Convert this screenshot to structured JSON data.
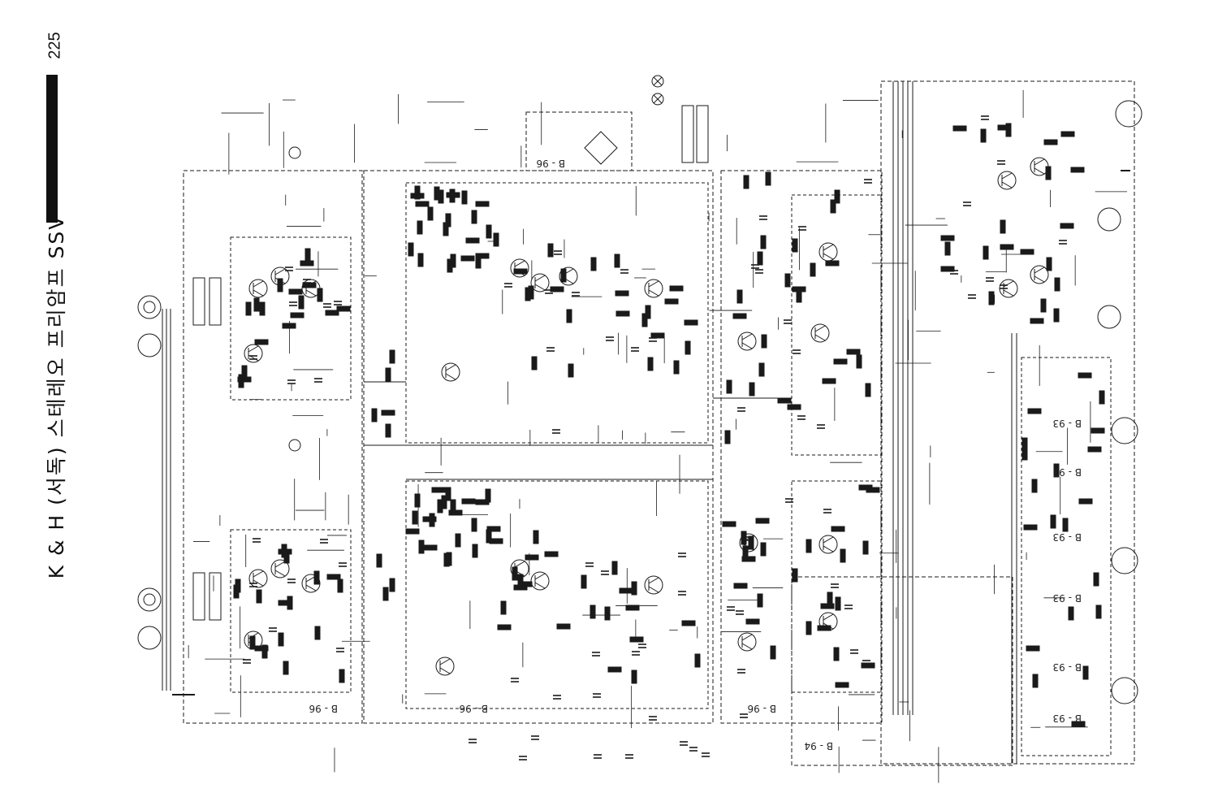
{
  "header": {
    "page_number": "225",
    "title": "K & H (서독) 스테레오 프리암프 SSV"
  },
  "board_labels": {
    "left_bottom": "B - 96",
    "mid_bottom": "B - 96",
    "right_bottom": "B - 96",
    "power_supply": "B - 96",
    "far_right_bottom": "B - 94",
    "input_boards": [
      "B - 93",
      "B - 93",
      "B - 93",
      "B - 93",
      "B - 93",
      "B - 93"
    ]
  },
  "colors": {
    "ink": "#1a1a1a",
    "paper": "#ffffff"
  }
}
